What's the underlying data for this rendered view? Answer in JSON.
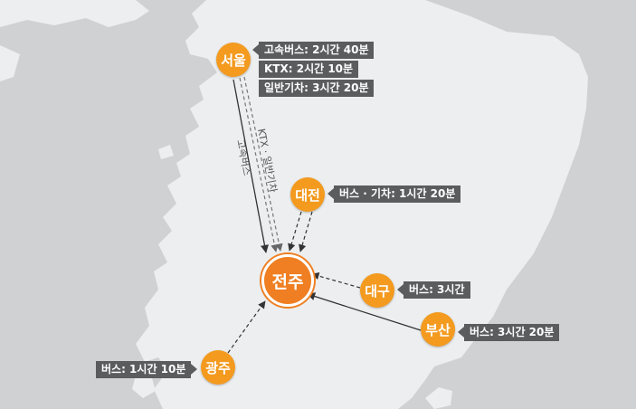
{
  "hub": {
    "name": "전주"
  },
  "cities": {
    "seoul": {
      "name": "서울"
    },
    "daejeon": {
      "name": "대전"
    },
    "daegu": {
      "name": "대구"
    },
    "busan": {
      "name": "부산"
    },
    "gwangju": {
      "name": "광주"
    }
  },
  "tags": {
    "seoul_bus": "고속버스: 2시간 40분",
    "seoul_ktx": "KTX: 2시간 10분",
    "seoul_train": "일반기차: 3시간 20분",
    "daejeon": "버스 · 기차: 1시간 20분",
    "daegu": "버스: 3시간",
    "busan": "버스: 3시간 20분",
    "gwangju": "버스: 1시간 10분"
  },
  "route_labels": {
    "seoul_bus": "고속버스",
    "seoul_rail": "KTX · 일반기차"
  },
  "colors": {
    "sea": "#cfd1d3",
    "land": "#eceeef",
    "city": "#f39a1f",
    "hub": "#ef7f22",
    "tag": "#5b5c5e"
  }
}
